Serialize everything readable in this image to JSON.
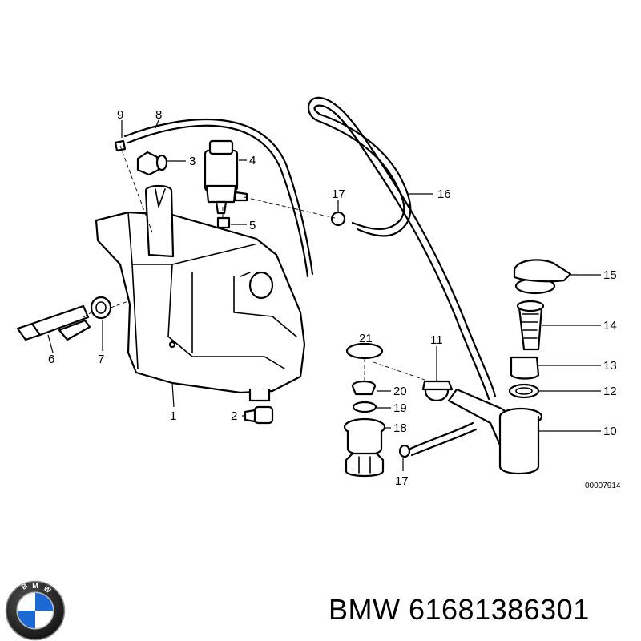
{
  "diagram": {
    "callouts": [
      {
        "id": "9",
        "label": "9"
      },
      {
        "id": "8",
        "label": "8"
      },
      {
        "id": "3",
        "label": "3"
      },
      {
        "id": "4",
        "label": "4"
      },
      {
        "id": "5",
        "label": "5"
      },
      {
        "id": "17a",
        "label": "17"
      },
      {
        "id": "16",
        "label": "16"
      },
      {
        "id": "15",
        "label": "15"
      },
      {
        "id": "14",
        "label": "14"
      },
      {
        "id": "13",
        "label": "13"
      },
      {
        "id": "12",
        "label": "12"
      },
      {
        "id": "10",
        "label": "10"
      },
      {
        "id": "11",
        "label": "11"
      },
      {
        "id": "21",
        "label": "21"
      },
      {
        "id": "20",
        "label": "20"
      },
      {
        "id": "19",
        "label": "19"
      },
      {
        "id": "18",
        "label": "18"
      },
      {
        "id": "17b",
        "label": "17"
      },
      {
        "id": "1",
        "label": "1"
      },
      {
        "id": "2",
        "label": "2"
      },
      {
        "id": "6",
        "label": "6"
      },
      {
        "id": "7",
        "label": "7"
      }
    ],
    "drawing_code": "00007914"
  },
  "caption": "BMW 61681386301",
  "logo": {
    "icon": "bmw-roundel-icon",
    "lettering": "BMW",
    "colors": {
      "blue": "#1c69d4",
      "ring": "#111111"
    }
  }
}
